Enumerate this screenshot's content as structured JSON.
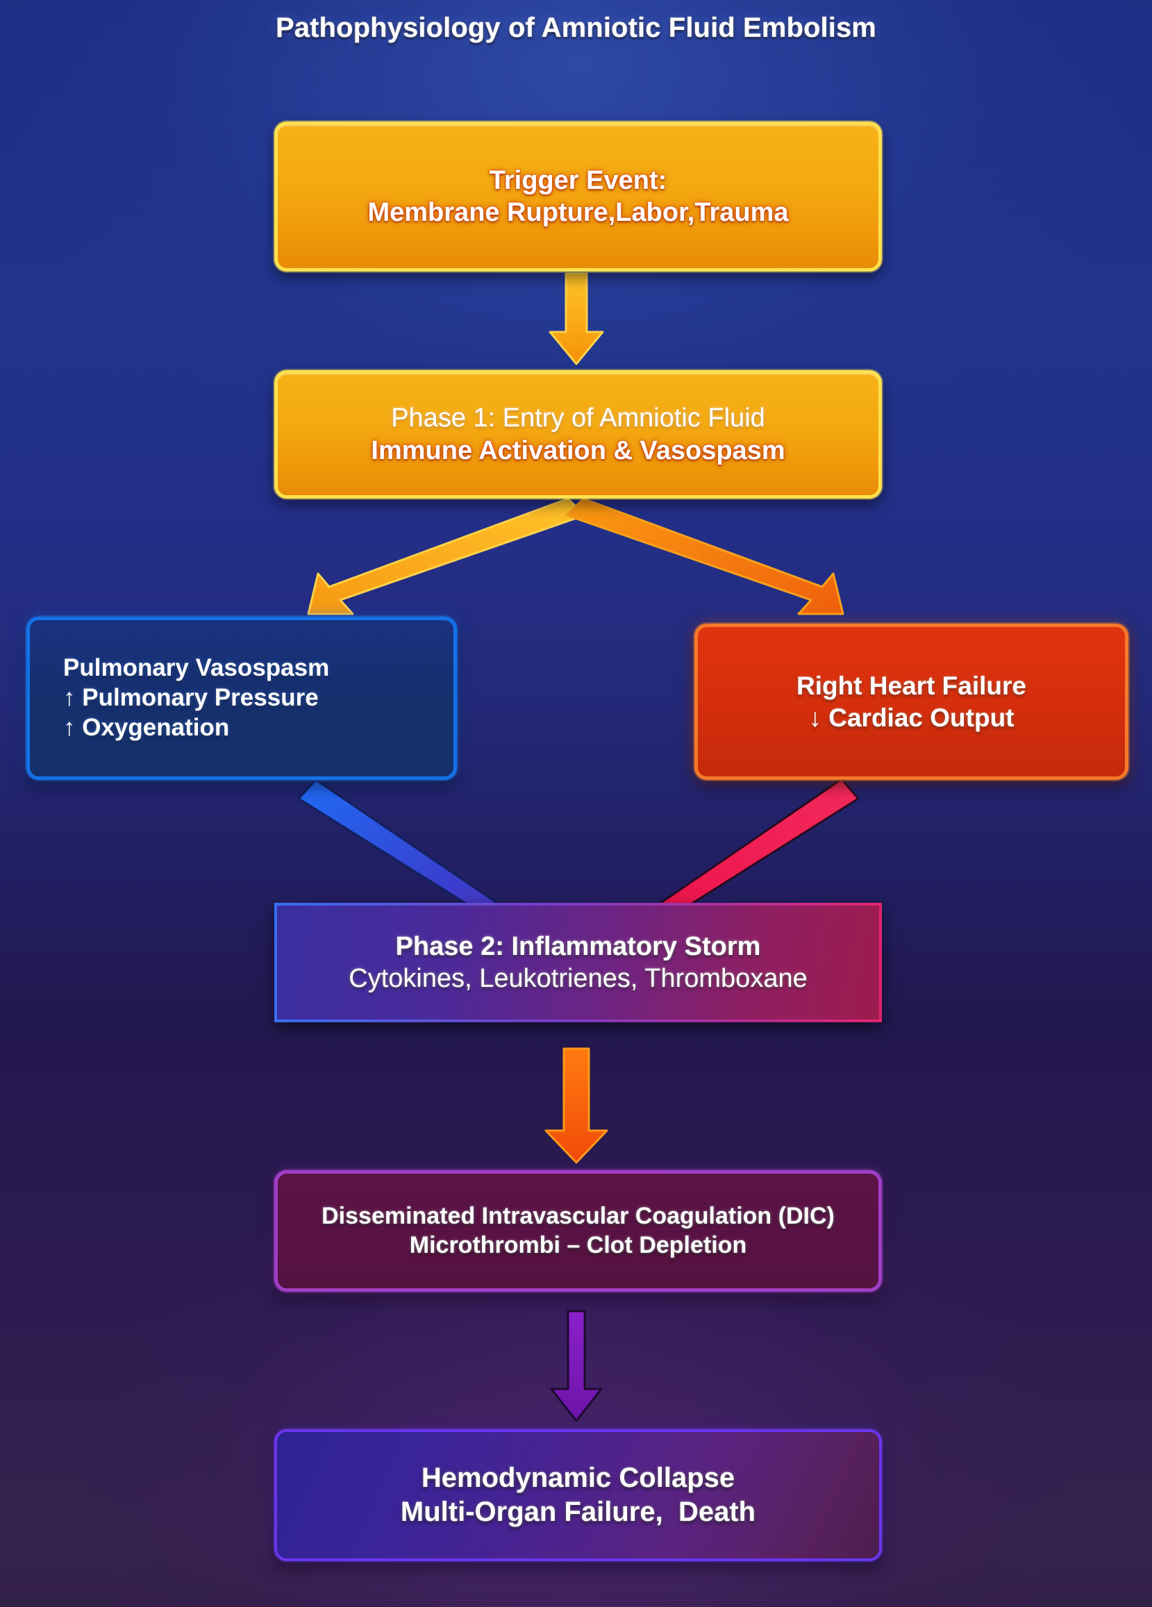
{
  "title": "Pathophysiology of Amniotic Fluid Embolism",
  "colors": {
    "background_top": "#1c2f84",
    "background_bottom": "#332049",
    "gold_border": "#ffe14d",
    "gold_fill": "#f4a911",
    "blue_border": "#1472e8",
    "blue_fill": "#16306f",
    "red_border": "#f4792a",
    "red_fill": "#d62f0d",
    "storm_fill_start": "#3a2fa0",
    "storm_fill_end": "#9e1c4e",
    "dic_border": "#a13ec6",
    "dic_fill": "#5a1245",
    "final_border": "#6b36ee",
    "final_fill": "#3a2499",
    "arrow_gold": "#f9a21b",
    "arrow_orange": "#f26611",
    "arrow_blue": "#1f63e8",
    "arrow_purple": "#6b2fb0",
    "arrow_crimson": "#ef1f4e",
    "arrow_violet": "#7a19b8"
  },
  "nodes": {
    "trigger": {
      "name": "Trigger Event",
      "lines": [
        {
          "text": "Trigger Event:",
          "style": "bold"
        },
        {
          "text": "Membrane Rupture,Labor,Trauma",
          "style": "bold"
        }
      ]
    },
    "phase1": {
      "name": "Phase 1",
      "lines": [
        {
          "text": "Phase 1: Entry of Amniotic Fluid",
          "style": "light"
        },
        {
          "text": "Immune Activation & Vasospasm",
          "style": "bold"
        }
      ]
    },
    "pulmonary": {
      "name": "Pulmonary Vasospasm",
      "lines": [
        {
          "text": "Pulmonary Vasospasm",
          "style": "bold"
        },
        {
          "text": "↑ Pulmonary Pressure",
          "style": "bold"
        },
        {
          "text": "↑ Oxygenation",
          "style": "bold"
        }
      ]
    },
    "right_heart": {
      "name": "Right Heart Failure",
      "lines": [
        {
          "text": "Right Heart Failure",
          "style": "bold"
        },
        {
          "text": "↓ Cardiac Output",
          "style": "bold"
        }
      ]
    },
    "phase2": {
      "name": "Phase 2 Inflammatory Storm",
      "lines": [
        {
          "text": "Phase 2: Inflammatory Storm",
          "style": "bold"
        },
        {
          "text": "Cytokines, Leukotrienes, Thromboxane",
          "style": "regular"
        }
      ]
    },
    "dic": {
      "name": "Disseminated Intravascular Coagulation",
      "lines": [
        {
          "text": "Disseminated Intravascular Coagulation (DIC)",
          "style": "bold"
        },
        {
          "text": "Microthrombi – Clot Depletion",
          "style": "bold"
        }
      ]
    },
    "collapse": {
      "name": "Hemodynamic Collapse",
      "lines": [
        {
          "text": "Hemodynamic Collapse",
          "style": "bold"
        },
        {
          "text": "Multi-Organ Failure,  Death",
          "style": "bold"
        }
      ]
    }
  },
  "arrows": [
    {
      "id": "trigger-to-phase1",
      "from": "trigger",
      "to": "phase1",
      "direction": "down",
      "color": "#f9a21b"
    },
    {
      "id": "phase1-to-pulmonary",
      "from": "phase1",
      "to": "pulmonary",
      "direction": "down-left",
      "color": "#f9a21b"
    },
    {
      "id": "phase1-to-right-heart",
      "from": "phase1",
      "to": "right_heart",
      "direction": "down-right",
      "color": "#f26611"
    },
    {
      "id": "pulmonary-to-phase2",
      "from": "pulmonary",
      "to": "phase2",
      "direction": "down-right",
      "color": "#1f63e8"
    },
    {
      "id": "right-heart-to-phase2",
      "from": "right_heart",
      "to": "phase2",
      "direction": "down-left",
      "color": "#ef1f4e"
    },
    {
      "id": "phase2-to-dic",
      "from": "phase2",
      "to": "dic",
      "direction": "down",
      "color": "#f26611"
    },
    {
      "id": "dic-to-collapse",
      "from": "dic",
      "to": "collapse",
      "direction": "down",
      "color": "#7a19b8"
    }
  ]
}
